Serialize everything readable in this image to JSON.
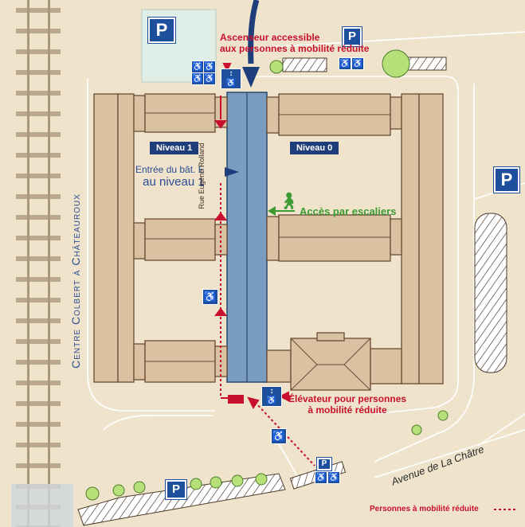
{
  "labels": {
    "ascenseur": [
      "Ascenseur accessible",
      "aux personnes à mobilité réduite"
    ],
    "niveau1": "Niveau 1",
    "niveau0": "Niveau 0",
    "entree": [
      "Entrée du bât. E",
      "au niveau 1"
    ],
    "rue": "Rue Eugène Rolland",
    "acces": "Accès par escaliers",
    "elevateur": [
      "Élévateur pour personnes",
      "à mobilité réduite"
    ],
    "centre": "Centre Colbert à Châteauroux",
    "avenue": "Avenue de La Châtre",
    "legend_pmr": "Personnes à mobilité réduite"
  },
  "icons": {
    "parking": "P",
    "wheelchair": "♿",
    "elevator": "↕",
    "stairs_person": "walking-person"
  },
  "colors": {
    "background": "#efe3cc",
    "building": "#d9c1a1",
    "building_stroke": "#6b4c35",
    "corridor": "#7a9cc0",
    "route_red": "#c8102e",
    "sign_blue": "#1e4f9c",
    "green": "#3c9b32",
    "rail": "#bba88f"
  }
}
